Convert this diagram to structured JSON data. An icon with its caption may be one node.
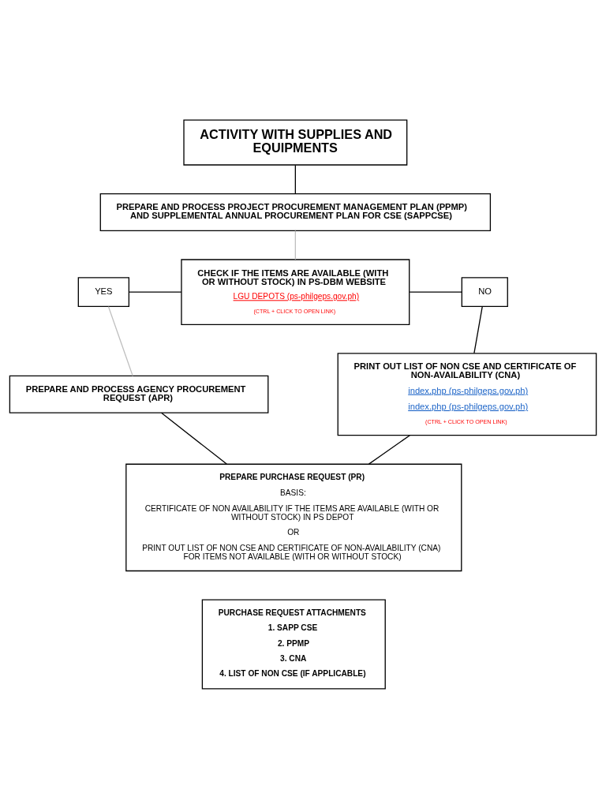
{
  "diagram": {
    "nodes": [
      {
        "text": [
          "ACTIVITY WITH SUPPLIES AND EQUIPMENTS"
        ]
      },
      {
        "text": [
          "PREPARE AND PROCESS PROJECT PROCUREMENT MANAGEMENT PLAN (PPMP) AND SUPPLEMENTAL ANNUAL PROCUREMENT PLAN FOR CSE (SAPPCSE)"
        ]
      },
      {
        "text": [
          "CHECK IF THE ITEMS ARE AVAILABLE (WITH OR WITHOUT STOCK) IN PS-DBM WEBSITE",
          "LGU DEPOTS (ps-philgeps.gov.ph)",
          "(CTRL + CLICK TO OPEN LINK)"
        ]
      },
      {
        "text": [
          "YES"
        ]
      },
      {
        "text": [
          "NO"
        ]
      },
      {
        "text": [
          "PREPARE AND PROCESS AGENCY PROCUREMENT REQUEST (APR)"
        ]
      },
      {
        "text": [
          "PRINT OUT LIST OF NON CSE AND CERTIFICATE OF NON-AVAILABILITY (CNA)",
          "index.php (ps-philgeps.gov.ph)",
          "index.php (ps-philgeps.gov.ph)",
          "(CTRL + CLICK TO OPEN LINK)"
        ]
      },
      {
        "text": [
          "PREPARE PURCHASE REQUEST (PR)",
          "BASIS:",
          "CERTIFICATE OF NON AVAILABILITY IF THE ITEMS ARE AVAILABLE (WITH OR WITHOUT STOCK) IN PS DEPOT",
          "OR",
          "PRINT OUT LIST OF NON CSE AND CERTIFICATE OF NON-AVAILABILITY (CNA) FOR ITEMS NOT AVAILABLE (WITH OR WITHOUT STOCK)"
        ]
      },
      {
        "text": [
          "PURCHASE REQUEST ATTACHMENTS",
          "1. SAPP CSE",
          "2. PPMP",
          "3. CNA",
          "4. LIST OF NON CSE (IF APPLICABLE)"
        ]
      }
    ],
    "edges": [
      {
        "from": 0,
        "to": 1,
        "arrow": "none"
      },
      {
        "from": 1,
        "to": 2,
        "arrow": "none",
        "color": "#bfbfbf"
      },
      {
        "from": 2,
        "to": 3,
        "arrow": "none"
      },
      {
        "from": 2,
        "to": 4,
        "arrow": "none"
      },
      {
        "from": 3,
        "to": 5,
        "arrow": "none",
        "color": "#bfbfbf"
      },
      {
        "from": 4,
        "to": 6,
        "arrow": "none"
      },
      {
        "from": 5,
        "to": 7,
        "arrow": "none"
      },
      {
        "from": 6,
        "to": 7,
        "arrow": "none"
      }
    ]
  }
}
